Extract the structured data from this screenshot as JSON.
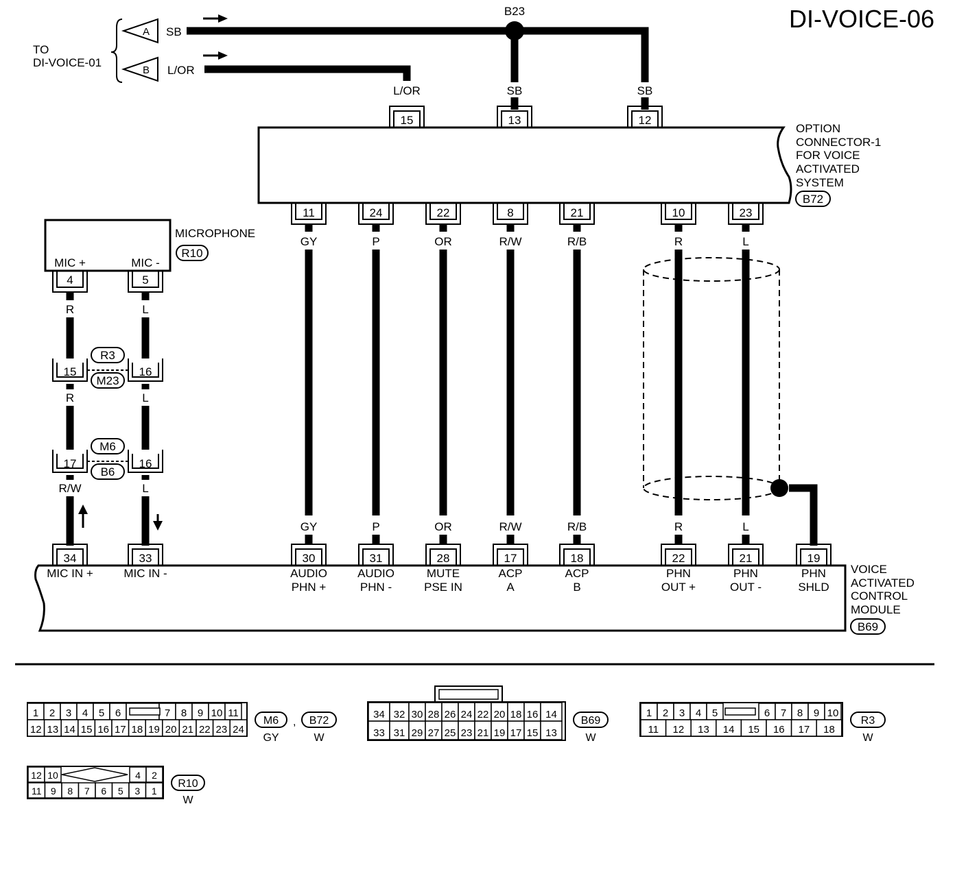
{
  "page": {
    "title": "DI-VOICE-06"
  },
  "top": {
    "to_line1": "TO",
    "to_line2": "DI-VOICE-01",
    "conn_a": "A",
    "conn_b": "B",
    "wire_a": "SB",
    "wire_b": "L/OR",
    "junction": "B23"
  },
  "option_connector": {
    "name": [
      "OPTION",
      "CONNECTOR-1",
      "FOR VOICE",
      "ACTIVATED",
      "SYSTEM"
    ],
    "ref": "B72",
    "top_pins": [
      {
        "pin": "15",
        "color": "L/OR"
      },
      {
        "pin": "13",
        "color": "SB"
      },
      {
        "pin": "12",
        "color": "SB"
      }
    ],
    "bottom_pins": [
      {
        "pin": "11",
        "color": "GY"
      },
      {
        "pin": "24",
        "color": "P"
      },
      {
        "pin": "22",
        "color": "OR"
      },
      {
        "pin": "8",
        "color": "R/W"
      },
      {
        "pin": "21",
        "color": "R/B"
      },
      {
        "pin": "10",
        "color": "R"
      },
      {
        "pin": "23",
        "color": "L"
      }
    ]
  },
  "microphone": {
    "name": "MICROPHONE",
    "ref": "R10",
    "pin_labels": [
      "MIC +",
      "MIC -"
    ],
    "pins": [
      "4",
      "5"
    ],
    "wire1": [
      "R",
      "R",
      "R/W"
    ],
    "wire2": [
      "L",
      "L",
      "L"
    ],
    "joint1": {
      "pins": [
        "15",
        "16"
      ],
      "refs": [
        "R3",
        "M23"
      ]
    },
    "joint2": {
      "pins": [
        "17",
        "16"
      ],
      "refs": [
        "M6",
        "B6"
      ]
    }
  },
  "module": {
    "name": [
      "VOICE",
      "ACTIVATED",
      "CONTROL",
      "MODULE"
    ],
    "ref": "B69",
    "pins": [
      {
        "pin": "34",
        "color": "",
        "label": [
          "MIC IN +"
        ]
      },
      {
        "pin": "33",
        "color": "",
        "label": [
          "MIC IN -"
        ]
      },
      {
        "pin": "30",
        "color": "GY",
        "label": [
          "AUDIO",
          "PHN +"
        ]
      },
      {
        "pin": "31",
        "color": "P",
        "label": [
          "AUDIO",
          "PHN -"
        ]
      },
      {
        "pin": "28",
        "color": "OR",
        "label": [
          "MUTE",
          "PSE IN"
        ]
      },
      {
        "pin": "17",
        "color": "R/W",
        "label": [
          "ACP",
          "A"
        ]
      },
      {
        "pin": "18",
        "color": "R/B",
        "label": [
          "ACP",
          "B"
        ]
      },
      {
        "pin": "22",
        "color": "R",
        "label": [
          "PHN",
          "OUT +"
        ]
      },
      {
        "pin": "21",
        "color": "L",
        "label": [
          "PHN",
          "OUT -"
        ]
      },
      {
        "pin": "19",
        "color": "",
        "label": [
          "PHN",
          "SHLD"
        ]
      }
    ]
  },
  "connector_views": {
    "m6": {
      "row1": [
        "1",
        "2",
        "3",
        "4",
        "5",
        "6",
        "",
        "7",
        "8",
        "9",
        "10",
        "11"
      ],
      "row2": [
        "12",
        "13",
        "14",
        "15",
        "16",
        "17",
        "18",
        "19",
        "20",
        "21",
        "22",
        "23",
        "24"
      ],
      "refs": [
        "M6",
        "B72"
      ],
      "sep": ",",
      "colors": [
        "GY",
        "W"
      ]
    },
    "b69": {
      "row1": [
        "34",
        "32",
        "30",
        "28",
        "26",
        "24",
        "22",
        "20",
        "18",
        "16",
        "14"
      ],
      "row2": [
        "33",
        "31",
        "29",
        "27",
        "25",
        "23",
        "21",
        "19",
        "17",
        "15",
        "13"
      ],
      "ref": "B69",
      "color": "W"
    },
    "r3": {
      "row1": [
        "1",
        "2",
        "3",
        "4",
        "5",
        "6",
        "7",
        "8",
        "9",
        "10"
      ],
      "row2": [
        "11",
        "12",
        "13",
        "14",
        "15",
        "16",
        "17",
        "18"
      ],
      "ref": "R3",
      "color": "W"
    },
    "r10": {
      "row1": [
        "12",
        "10",
        "4",
        "2"
      ],
      "row2": [
        "11",
        "9",
        "8",
        "7",
        "6",
        "5",
        "3",
        "1"
      ],
      "ref": "R10",
      "color": "W"
    }
  }
}
